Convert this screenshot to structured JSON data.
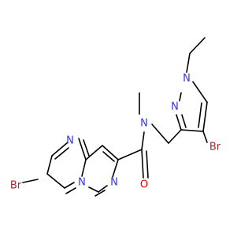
{
  "colors": {
    "carbon_bond": "#000000",
    "nitrogen": "#3333ee",
    "oxygen": "#ee0000",
    "bromine": "#a52a2a",
    "background": "#ffffff"
  },
  "atoms": [
    {
      "id": "N1",
      "label": "N",
      "element": "nitrogen"
    },
    {
      "id": "N2",
      "label": "N",
      "element": "nitrogen"
    },
    {
      "id": "N3",
      "label": "N",
      "element": "nitrogen"
    },
    {
      "id": "N4",
      "label": "N",
      "element": "nitrogen"
    },
    {
      "id": "N5",
      "label": "N",
      "element": "nitrogen"
    },
    {
      "id": "N6",
      "label": "N",
      "element": "nitrogen"
    },
    {
      "id": "O1",
      "label": "O",
      "element": "oxygen"
    },
    {
      "id": "Br1",
      "label": "Br",
      "element": "bromine"
    },
    {
      "id": "Br2",
      "label": "Br",
      "element": "bromine"
    }
  ]
}
